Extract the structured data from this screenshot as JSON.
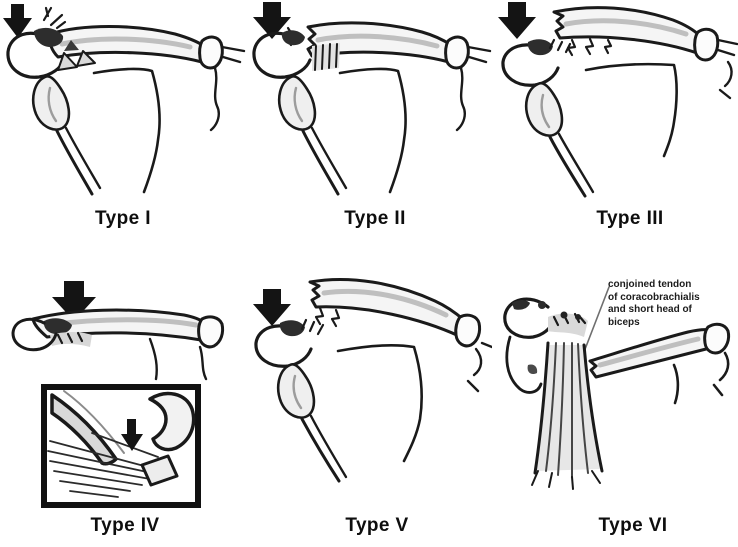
{
  "figure": {
    "panels": [
      {
        "id": "type-i",
        "label": "Type I"
      },
      {
        "id": "type-ii",
        "label": "Type II"
      },
      {
        "id": "type-iii",
        "label": "Type III"
      },
      {
        "id": "type-iv",
        "label": "Type IV"
      },
      {
        "id": "type-v",
        "label": "Type V"
      },
      {
        "id": "type-vi",
        "label": "Type VI"
      }
    ],
    "annotation": {
      "text": "conjoined tendon of coracobrachialis and short head of biceps",
      "lines": [
        "conjoined tendon",
        "of coracobrachialis",
        "and short head of",
        "biceps"
      ]
    },
    "icons": {
      "force_arrow": "down-arrow-icon",
      "displacement_arrow": "down-arrow-icon",
      "impact_marks": "impact-crack-lines-icon",
      "inset": "inset-box"
    },
    "colors": {
      "background": "#ffffff",
      "ink": "#1a1a1a",
      "arrow_fill": "#141414",
      "bone_fill": "#f5f5f5",
      "shade_light": "#e7e7e7",
      "shade_mid": "#bfbfbf",
      "shade_dark": "#2d2d2d"
    }
  }
}
